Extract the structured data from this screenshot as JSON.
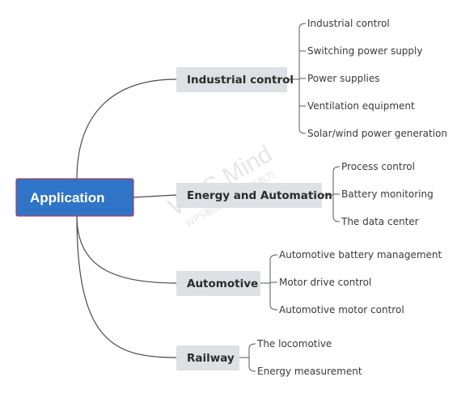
{
  "root": {
    "label": "Application"
  },
  "branches": [
    {
      "label": "Industrial control",
      "items": [
        "Industrial control",
        "Switching power supply",
        "Power supplies",
        "Ventilation equipment",
        "Solar/wind power generation"
      ]
    },
    {
      "label": "Energy and Automation",
      "items": [
        "Process control",
        "Battery monitoring",
        "The data center"
      ]
    },
    {
      "label": "Automotive",
      "items": [
        "Automotive battery management",
        "Motor drive control",
        "Automotive motor control"
      ]
    },
    {
      "label": "Railway",
      "items": [
        "The locomotive",
        "Energy measurement"
      ]
    }
  ],
  "watermark": {
    "main": "WPS Mind",
    "sub": "WPS脑图 让思考更有力"
  },
  "colors": {
    "root_fill": "#2f74c7",
    "root_border": "#b03a5a",
    "branch_fill": "#dde1e3",
    "connector": "#4a4a4a"
  }
}
